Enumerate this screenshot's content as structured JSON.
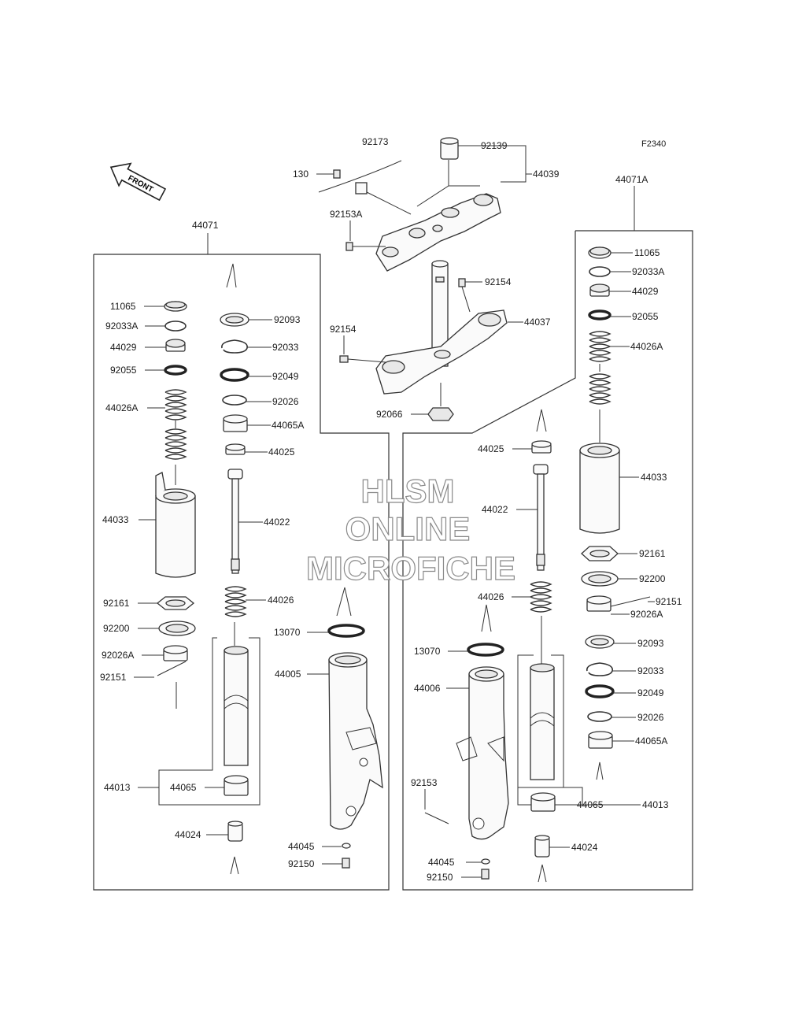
{
  "figure_ref": "F2340",
  "front_label": "FRONT",
  "watermark": [
    "HLSM",
    "ONLINE",
    "MICROFICHE"
  ],
  "top": {
    "p92173": "92173",
    "p92139": "92139",
    "p130": "130",
    "p44039": "44039",
    "p92153A": "92153A",
    "p92154a": "92154",
    "p92154b": "92154",
    "p44037": "44037",
    "p92066": "92066"
  },
  "left": {
    "assembly": "44071",
    "p11065": "11065",
    "p92033A": "92033A",
    "p44029": "44029",
    "p92055": "92055",
    "p44026A": "44026A",
    "p44033": "44033",
    "p92161": "92161",
    "p92200": "92200",
    "p92026A": "92026A",
    "p92151": "92151",
    "p44013": "44013",
    "p44065": "44065",
    "p44024": "44024",
    "p92093": "92093",
    "p92033": "92033",
    "p92049": "92049",
    "p92026": "92026",
    "p44065A": "44065A",
    "p44025": "44025",
    "p44022": "44022",
    "p44026": "44026",
    "p13070": "13070",
    "p44005": "44005",
    "p44045": "44045",
    "p92150": "92150"
  },
  "right": {
    "assembly": "44071A",
    "p11065": "11065",
    "p92033A": "92033A",
    "p44029": "44029",
    "p92055": "92055",
    "p44026A": "44026A",
    "p44033": "44033",
    "p92161": "92161",
    "p92200": "92200",
    "p92151": "92151",
    "p92026A": "92026A",
    "p92093": "92093",
    "p92033": "92033",
    "p92049": "92049",
    "p92026": "92026",
    "p44065A": "44065A",
    "p44025": "44025",
    "p44022": "44022",
    "p44026": "44026",
    "p13070": "13070",
    "p44006": "44006",
    "p92153": "92153",
    "p44045": "44045",
    "p92150": "92150",
    "p44065": "44065",
    "p44013": "44013",
    "p44024": "44024"
  }
}
